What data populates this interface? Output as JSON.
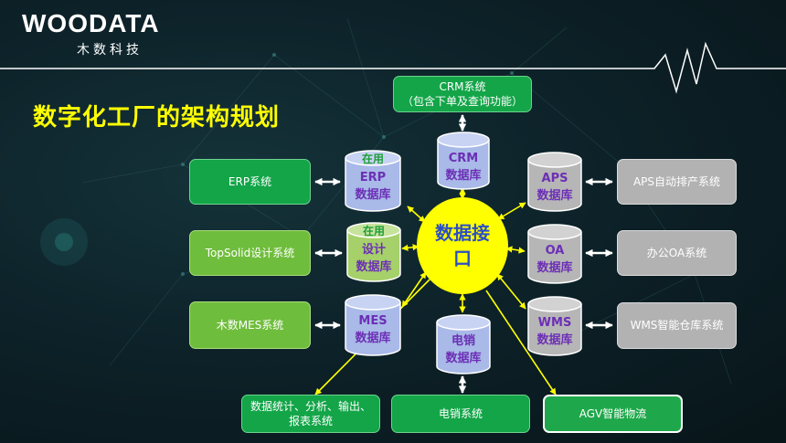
{
  "logo": {
    "name": "WOODATA",
    "sub": "木数科技"
  },
  "title": "数字化工厂的架构规划",
  "hub": {
    "line1": "数据接",
    "line2": "口"
  },
  "databases": {
    "crm": {
      "lines": [
        "CRM",
        "数据库"
      ]
    },
    "erp": {
      "tag": "在用",
      "lines": [
        "ERP",
        "数据库"
      ]
    },
    "design": {
      "tag": "在用",
      "lines": [
        "设计",
        "数据库"
      ]
    },
    "mes": {
      "lines": [
        "MES",
        "数据库"
      ]
    },
    "aps": {
      "lines": [
        "APS",
        "数据库"
      ]
    },
    "oa": {
      "lines": [
        "OA",
        "数据库"
      ]
    },
    "wms": {
      "lines": [
        "WMS",
        "数据库"
      ]
    },
    "sales": {
      "lines": [
        "电销",
        "数据库"
      ]
    }
  },
  "systems": {
    "crm": {
      "line1": "CRM系统",
      "line2": "（包含下单及查询功能）"
    },
    "erp": "ERP系统",
    "topsolid": "TopSolid设计系统",
    "mes": "木数MES系统",
    "aps": "APS自动排产系统",
    "oa": "办公OA系统",
    "wms": "WMS智能仓库系统",
    "stats": {
      "line1": "数据统计、分析、输出、",
      "line2": "报表系统"
    },
    "sales": "电销系统",
    "agv": "AGV智能物流"
  },
  "colors": {
    "background": "#0d2229",
    "title": "#ffff00",
    "hub": "#ffff00",
    "hub_text": "#2b4fc4",
    "dark_green": "#13a548",
    "light_green": "#6fbd3c",
    "gray": "#b2b2b2",
    "db_blue": "#a9b9e8",
    "db_green": "#a6d06a",
    "db_gray": "#b6b6b6",
    "db_text_purple": "#6c2fb5",
    "tag_green": "#1f9e3a",
    "connector": "#ffff00"
  }
}
